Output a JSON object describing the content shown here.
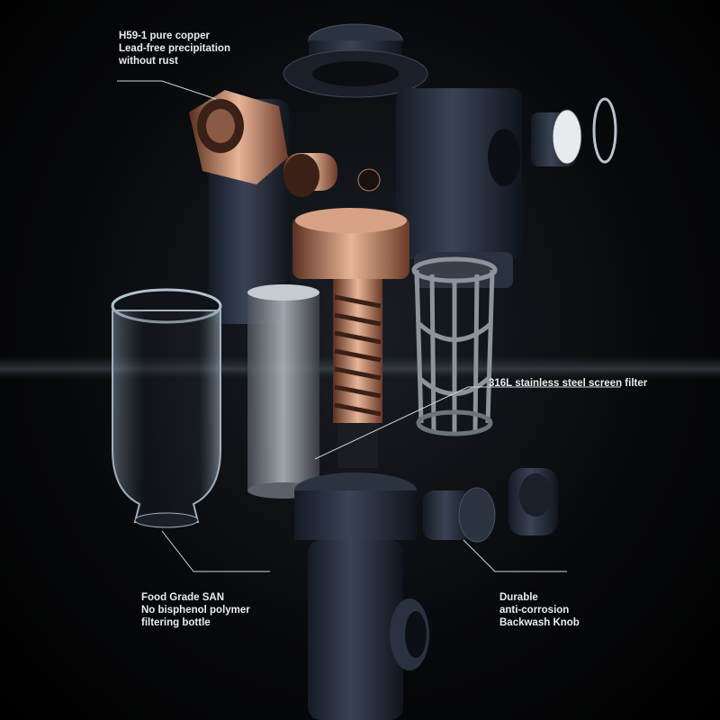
{
  "annotations": {
    "copper": {
      "lines": [
        "H59-1 pure copper",
        "Lead-free precipitation",
        "without rust"
      ]
    },
    "screen": {
      "lines": [
        "316L stainless steel screen filter"
      ]
    },
    "bottle": {
      "lines": [
        "Food Grade SAN",
        "No bisphenol polymer",
        "filtering bottle"
      ]
    },
    "knob": {
      "lines": [
        "Durable",
        "anti-corrosion",
        "Backwash Knob"
      ]
    }
  },
  "colors": {
    "background": "#000000",
    "housing": "#2a3140",
    "copper": "#c88a6a",
    "label_text": "#e9ecef"
  }
}
